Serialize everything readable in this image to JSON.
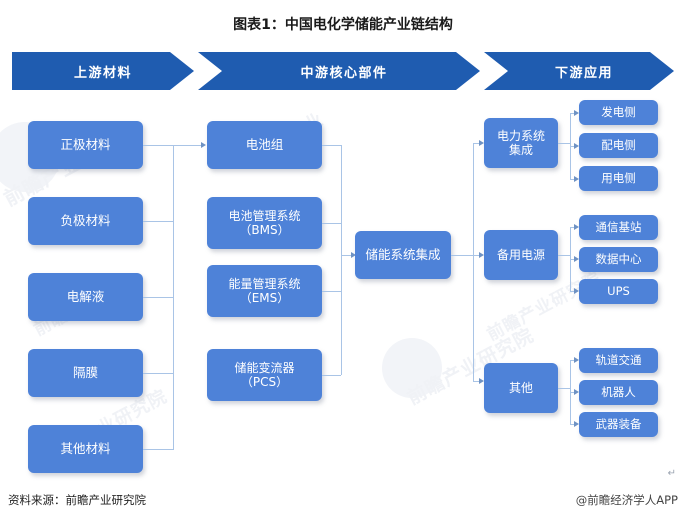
{
  "title": "图表1：中国电化学储能产业链结构",
  "colors": {
    "band": "#1f5cb0",
    "node": "#4e82d8",
    "connector": "#a9c4e6",
    "background": "#ffffff",
    "text_on_node": "#ffffff"
  },
  "band": {
    "stages": [
      {
        "label": "上游材料"
      },
      {
        "label": "中游核心部件"
      },
      {
        "label": "下游应用"
      }
    ]
  },
  "upstream": {
    "nodes": [
      {
        "label": "正极材料"
      },
      {
        "label": "负极材料"
      },
      {
        "label": "电解液"
      },
      {
        "label": "隔膜"
      },
      {
        "label": "其他材料"
      }
    ]
  },
  "midstream": {
    "nodes": [
      {
        "line1": "电池组",
        "line2": ""
      },
      {
        "line1": "电池管理系统",
        "line2": "（BMS）"
      },
      {
        "line1": "能量管理系统",
        "line2": "（EMS）"
      },
      {
        "line1": "储能变流器",
        "line2": "（PCS）"
      }
    ],
    "integration": {
      "label": "储能系统集成"
    }
  },
  "downstream": {
    "groups": [
      {
        "line1": "电力系统",
        "line2": "集成",
        "children": [
          {
            "label": "发电侧"
          },
          {
            "label": "配电侧"
          },
          {
            "label": "用电侧"
          }
        ]
      },
      {
        "line1": "备用电源",
        "line2": "",
        "children": [
          {
            "label": "通信基站"
          },
          {
            "label": "数据中心"
          },
          {
            "label": "UPS"
          }
        ]
      },
      {
        "line1": "其他",
        "line2": "",
        "children": [
          {
            "label": "轨道交通"
          },
          {
            "label": "机器人"
          },
          {
            "label": "武器装备"
          }
        ]
      }
    ]
  },
  "footer": {
    "source": "资料来源：前瞻产业研究院",
    "app": "@前瞻经济学人APP",
    "pilcrow": "↵"
  },
  "watermarks": {
    "w1": "前瞻产业研究院",
    "w2": "前瞻产业研究院",
    "w3": "前瞻产业"
  }
}
